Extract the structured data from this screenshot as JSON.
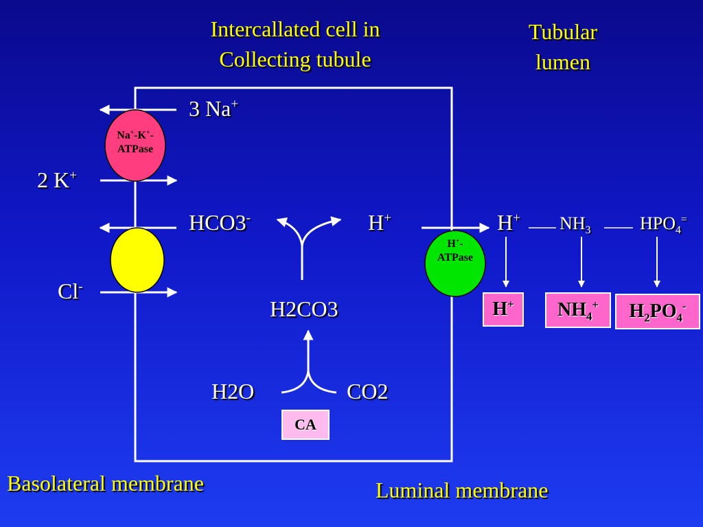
{
  "title": {
    "line1": "Intercallated cell in",
    "line2": "Collecting tubule"
  },
  "lumen_title": {
    "line1": "Tubular",
    "line2": "lumen"
  },
  "basolateral_label": "Basolateral membrane",
  "luminal_label": "Luminal membrane",
  "na": {
    "base": "3 Na",
    "sup": "+"
  },
  "k": {
    "base": "2 K",
    "sup": "+"
  },
  "cl": {
    "base": "Cl",
    "sup": "-"
  },
  "nak_pump": {
    "line1_a": "Na",
    "line1_sup1": "+",
    "line1_b": "-K",
    "line1_sup2": "+",
    "line1_c": "-",
    "line2": "ATPase"
  },
  "h_pump": {
    "line1_a": "H",
    "line1_sup": "+",
    "line1_b": "-",
    "line2": "ATPase"
  },
  "hco3": {
    "base": "HCO3",
    "sup": "-"
  },
  "h_cell": {
    "base": "H",
    "sup": "+"
  },
  "h2co3": "H2CO3",
  "h2o": "H2O",
  "co2": "CO2",
  "ca": "CA",
  "h_lumen": {
    "base": "H",
    "sup": "+"
  },
  "nh3": {
    "base": "NH",
    "sub": "3"
  },
  "hpo4": {
    "base": "HPO",
    "sub": "4",
    "sup": "="
  },
  "box_h": {
    "base": "H",
    "sup": "+"
  },
  "box_nh4": {
    "base": "NH",
    "sub": "4",
    "sup": "+"
  },
  "box_h2po4": {
    "a": "H",
    "sub1": "2",
    "b": "PO",
    "sub2": "4",
    "sup": "-"
  },
  "colors": {
    "title": "#ffff00",
    "label": "#ffffff",
    "nak_pump": "#ff3d7f",
    "cl_transporter": "#ffff00",
    "h_pump": "#00e600",
    "product_box": "#ff66cc",
    "ca_box": "#ffbbee"
  }
}
